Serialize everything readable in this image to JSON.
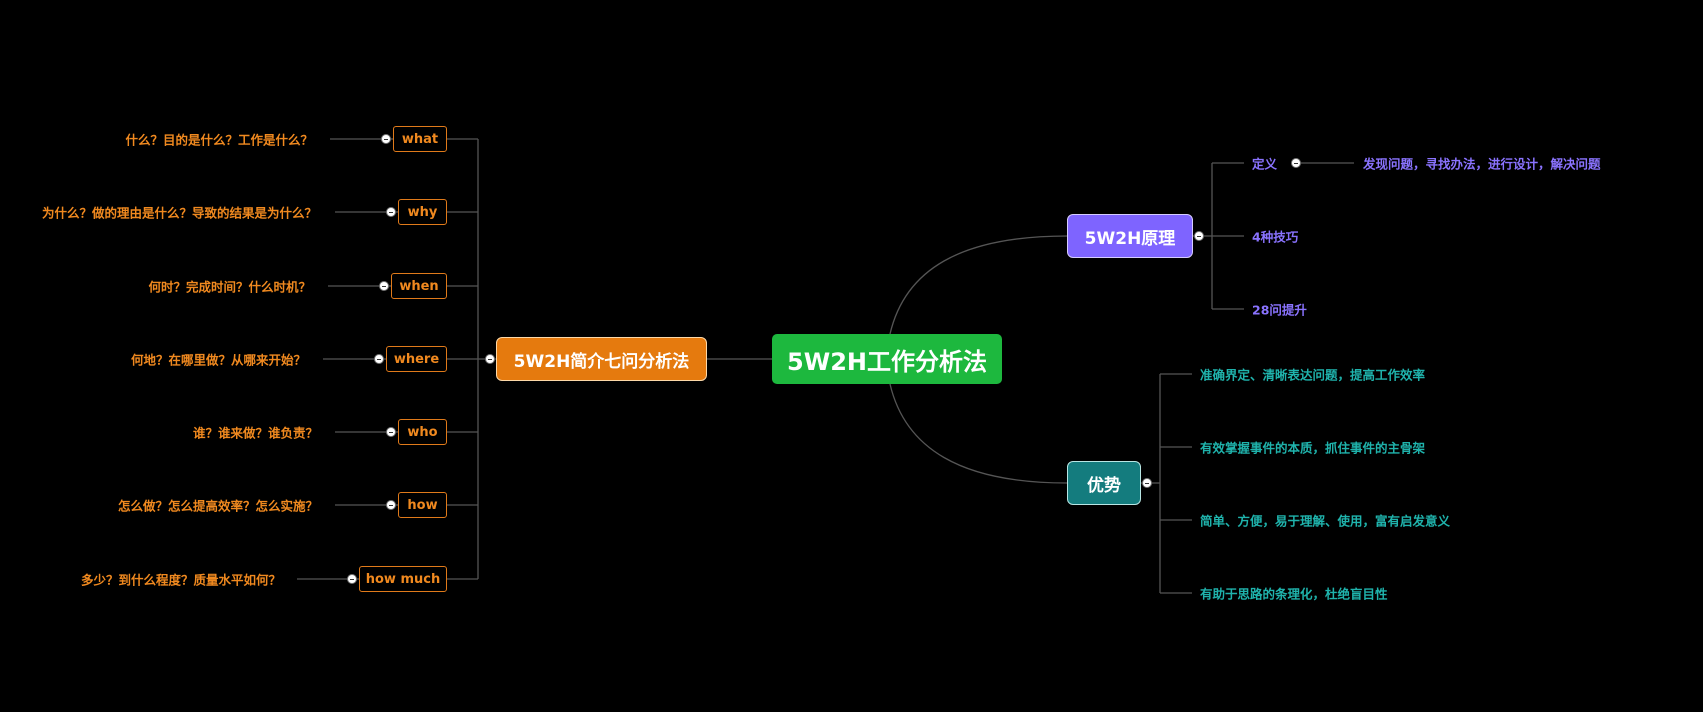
{
  "root": {
    "label": "5W2H工作分析法"
  },
  "intro": {
    "label": "5W2H简介七问分析法",
    "items": [
      {
        "key": "what",
        "question": "什么？目的是什么？工作是什么？"
      },
      {
        "key": "why",
        "question": "为什么？做的理由是什么？导致的结果是为什么？"
      },
      {
        "key": "when",
        "question": "何时？完成时间？什么时机？"
      },
      {
        "key": "where",
        "question": "何地？在哪里做？从哪来开始？"
      },
      {
        "key": "who",
        "question": "谁？谁来做？谁负责？"
      },
      {
        "key": "how",
        "question": "怎么做？怎么提高效率？怎么实施？"
      },
      {
        "key": "how much",
        "question": "多少？到什么程度？质量水平如何？"
      }
    ]
  },
  "principle": {
    "label": "5W2H原理",
    "items": [
      {
        "label": "定义",
        "detail": "发现问题，寻找办法，进行设计，解决问题"
      },
      {
        "label": "4种技巧"
      },
      {
        "label": "28问提升"
      }
    ]
  },
  "advantage": {
    "label": "优势",
    "items": [
      "准确界定、清晰表达问题，提高工作效率",
      "有效掌握事件的本质，抓住事件的主骨架",
      "简单、方便，易于理解、使用，富有启发意义",
      "有助于思路的条理化，杜绝盲目性"
    ]
  },
  "colors": {
    "root": "#1db83e",
    "intro": "#e57a0e",
    "principle": "#7e64ff",
    "advantage": "#147c7e",
    "line": "#555555"
  }
}
